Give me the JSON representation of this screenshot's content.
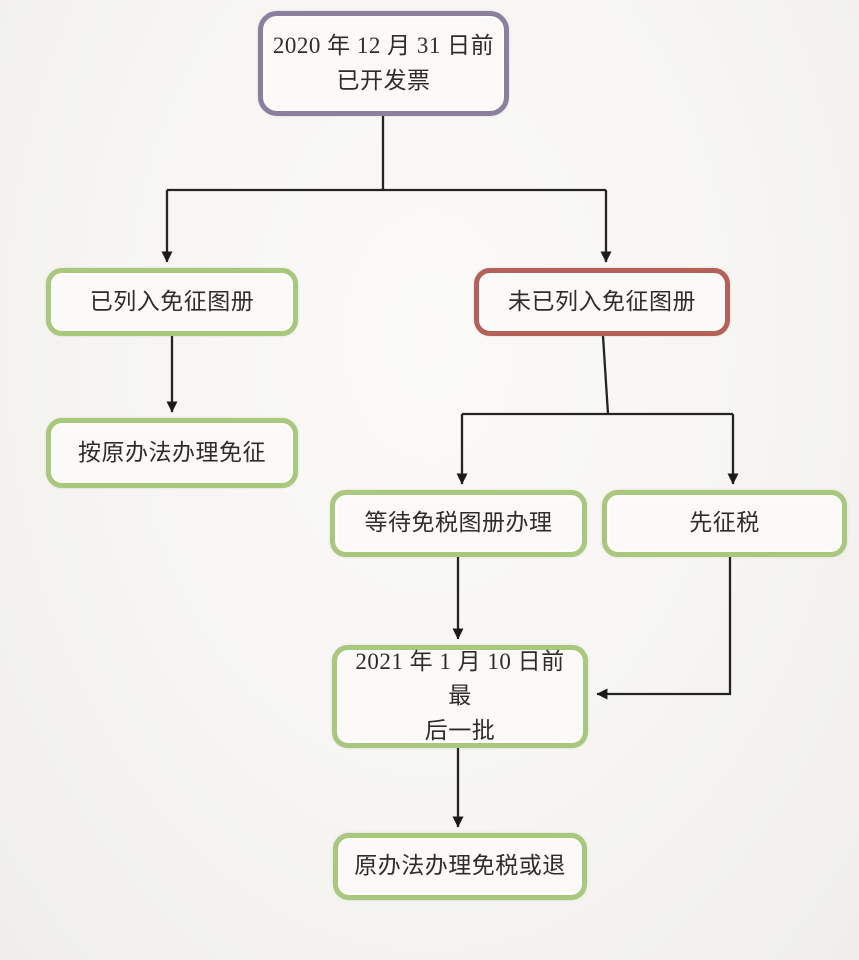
{
  "diagram": {
    "type": "flowchart",
    "connector_color": "#252423",
    "background_color": "#f6f5f2",
    "nodes": [
      {
        "id": "invoice-before-2020-12-31",
        "text": "2020 年 12 月 31 日前\n已开发票",
        "border_color": "#8a7f9e",
        "shape": "rounded-rect"
      },
      {
        "id": "listed-in-exempt-catalog",
        "text": "已列入免征图册",
        "border_color": "#a9c77d",
        "shape": "rounded-rect"
      },
      {
        "id": "not-listed-in-exempt-catalog",
        "text": "未已列入免征图册",
        "border_color": "#b6605a",
        "shape": "rounded-rect"
      },
      {
        "id": "handle-exemption-original-method",
        "text": "按原办法办理免征",
        "border_color": "#a9c77d",
        "shape": "rounded-rect"
      },
      {
        "id": "wait-tax-free-catalog-processing",
        "text": "等待免税图册办理",
        "border_color": "#a9c77d",
        "shape": "rounded-rect"
      },
      {
        "id": "tax-first",
        "text": "先征税",
        "border_color": "#a9c77d",
        "shape": "rounded-rect"
      },
      {
        "id": "last-batch-before-2021-01-10",
        "text": "2021 年 1 月 10 日前最\n后一批",
        "border_color": "#a9c77d",
        "shape": "rounded-rect"
      },
      {
        "id": "original-method-exempt-or-refund",
        "text": "原办法办理免税或退",
        "border_color": "#a9c77d",
        "shape": "rounded-rect"
      }
    ],
    "edges": [
      {
        "from": "invoice-before-2020-12-31",
        "to": "listed-in-exempt-catalog"
      },
      {
        "from": "invoice-before-2020-12-31",
        "to": "not-listed-in-exempt-catalog"
      },
      {
        "from": "listed-in-exempt-catalog",
        "to": "handle-exemption-original-method"
      },
      {
        "from": "not-listed-in-exempt-catalog",
        "to": "wait-tax-free-catalog-processing"
      },
      {
        "from": "not-listed-in-exempt-catalog",
        "to": "tax-first"
      },
      {
        "from": "wait-tax-free-catalog-processing",
        "to": "last-batch-before-2021-01-10"
      },
      {
        "from": "tax-first",
        "to": "last-batch-before-2021-01-10"
      },
      {
        "from": "last-batch-before-2021-01-10",
        "to": "original-method-exempt-or-refund"
      }
    ]
  }
}
